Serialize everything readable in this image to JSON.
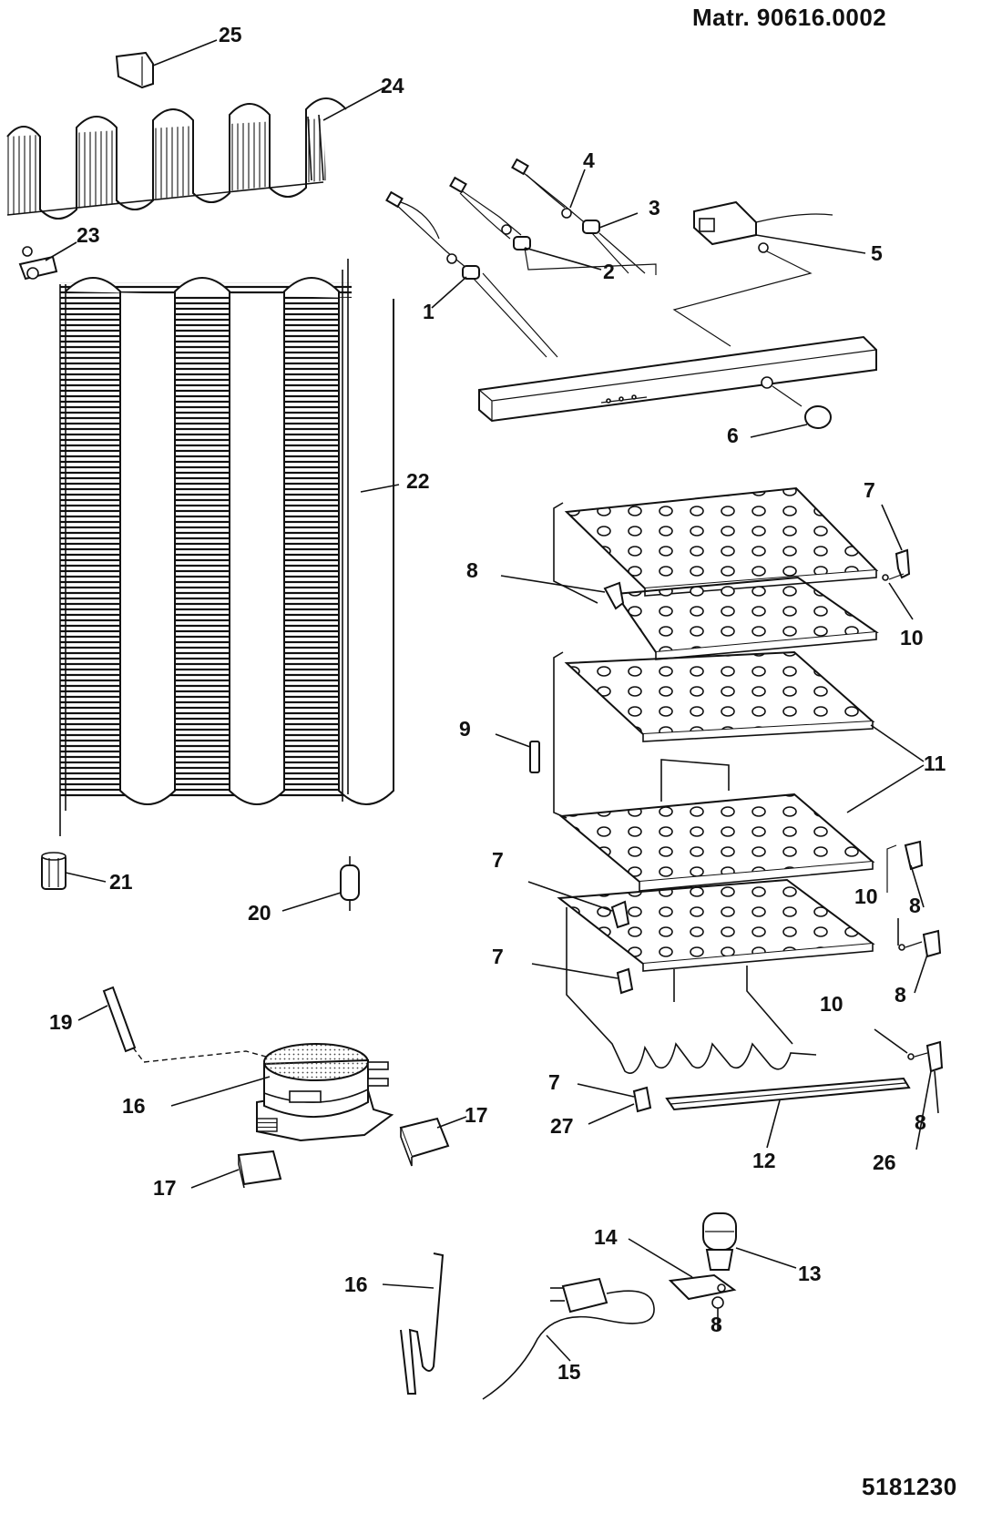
{
  "header": {
    "matr": "Matr. 90616.0002"
  },
  "footer": {
    "doc_number": "5181230"
  },
  "callouts": [
    {
      "id": "c1",
      "text": "1"
    },
    {
      "id": "c2",
      "text": "2"
    },
    {
      "id": "c3",
      "text": "3"
    },
    {
      "id": "c4",
      "text": "4"
    },
    {
      "id": "c5",
      "text": "5"
    },
    {
      "id": "c6",
      "text": "6"
    },
    {
      "id": "c7a",
      "text": "7"
    },
    {
      "id": "c7b",
      "text": "7"
    },
    {
      "id": "c7c",
      "text": "7"
    },
    {
      "id": "c7d",
      "text": "7"
    },
    {
      "id": "c8a",
      "text": "8"
    },
    {
      "id": "c8b",
      "text": "8"
    },
    {
      "id": "c8c",
      "text": "8"
    },
    {
      "id": "c8d",
      "text": "8"
    },
    {
      "id": "c8e",
      "text": "8"
    },
    {
      "id": "c9",
      "text": "9"
    },
    {
      "id": "c10a",
      "text": "10"
    },
    {
      "id": "c10b",
      "text": "10"
    },
    {
      "id": "c10c",
      "text": "10"
    },
    {
      "id": "c11",
      "text": "11"
    },
    {
      "id": "c12",
      "text": "12"
    },
    {
      "id": "c13",
      "text": "13"
    },
    {
      "id": "c14",
      "text": "14"
    },
    {
      "id": "c15",
      "text": "15"
    },
    {
      "id": "c16a",
      "text": "16"
    },
    {
      "id": "c16b",
      "text": "16"
    },
    {
      "id": "c17a",
      "text": "17"
    },
    {
      "id": "c17b",
      "text": "17"
    },
    {
      "id": "c19",
      "text": "19"
    },
    {
      "id": "c20",
      "text": "20"
    },
    {
      "id": "c21",
      "text": "21"
    },
    {
      "id": "c22",
      "text": "22"
    },
    {
      "id": "c23",
      "text": "23"
    },
    {
      "id": "c24",
      "text": "24"
    },
    {
      "id": "c25",
      "text": "25"
    },
    {
      "id": "c26",
      "text": "26"
    },
    {
      "id": "c27",
      "text": "27"
    }
  ]
}
